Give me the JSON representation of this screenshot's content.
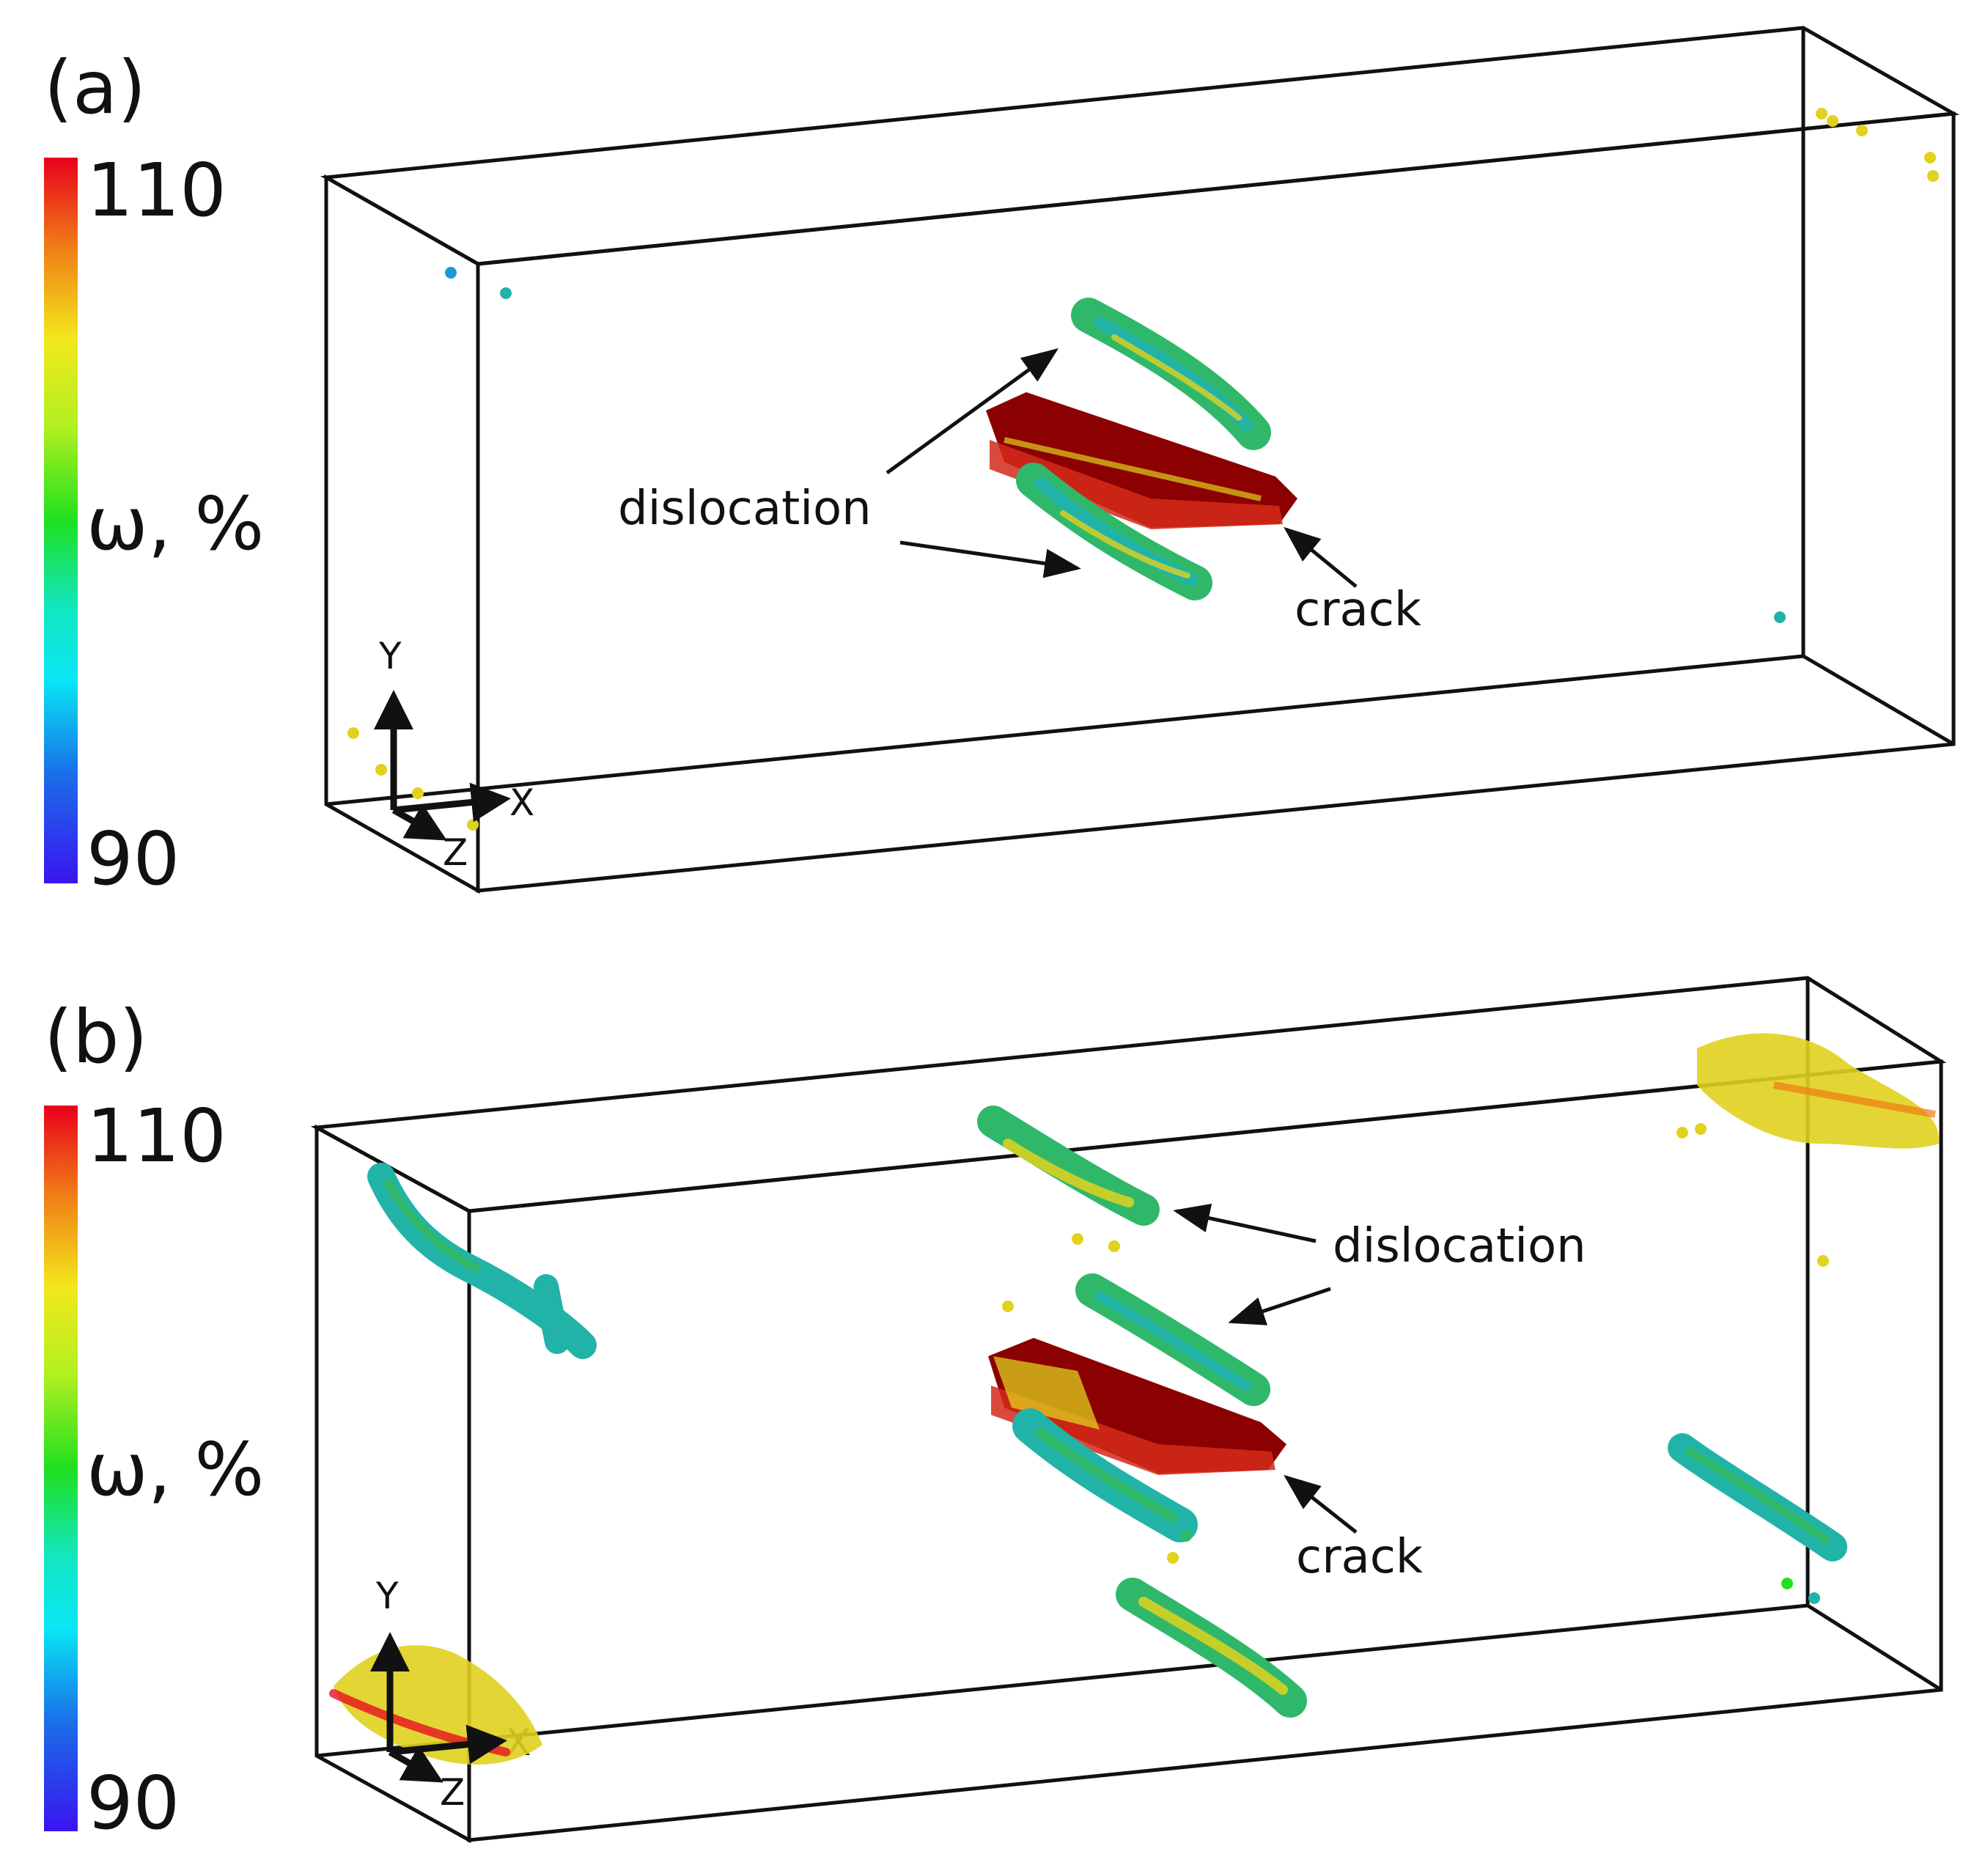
{
  "panels": [
    {
      "label": "(a)",
      "scale": {
        "max": "110",
        "min": "90",
        "quantity": "ω, %"
      },
      "annotations": {
        "dislocation": "dislocation",
        "crack": "crack"
      },
      "axes": {
        "y": "Y",
        "x": "X",
        "z": "Z"
      }
    },
    {
      "label": "(b)",
      "scale": {
        "max": "110",
        "min": "90",
        "quantity": "ω, %"
      },
      "annotations": {
        "dislocation": "dislocation",
        "crack": "crack"
      },
      "axes": {
        "y": "Y",
        "x": "X",
        "z": "Z"
      }
    }
  ],
  "colors": {
    "crack": "#8b0000",
    "crack_edge": "#d42a1a",
    "dislocation_green": "#2fb86a",
    "dislocation_teal": "#22b3a8",
    "defect_yellow": "#e0d21e",
    "box_line": "#111111"
  }
}
